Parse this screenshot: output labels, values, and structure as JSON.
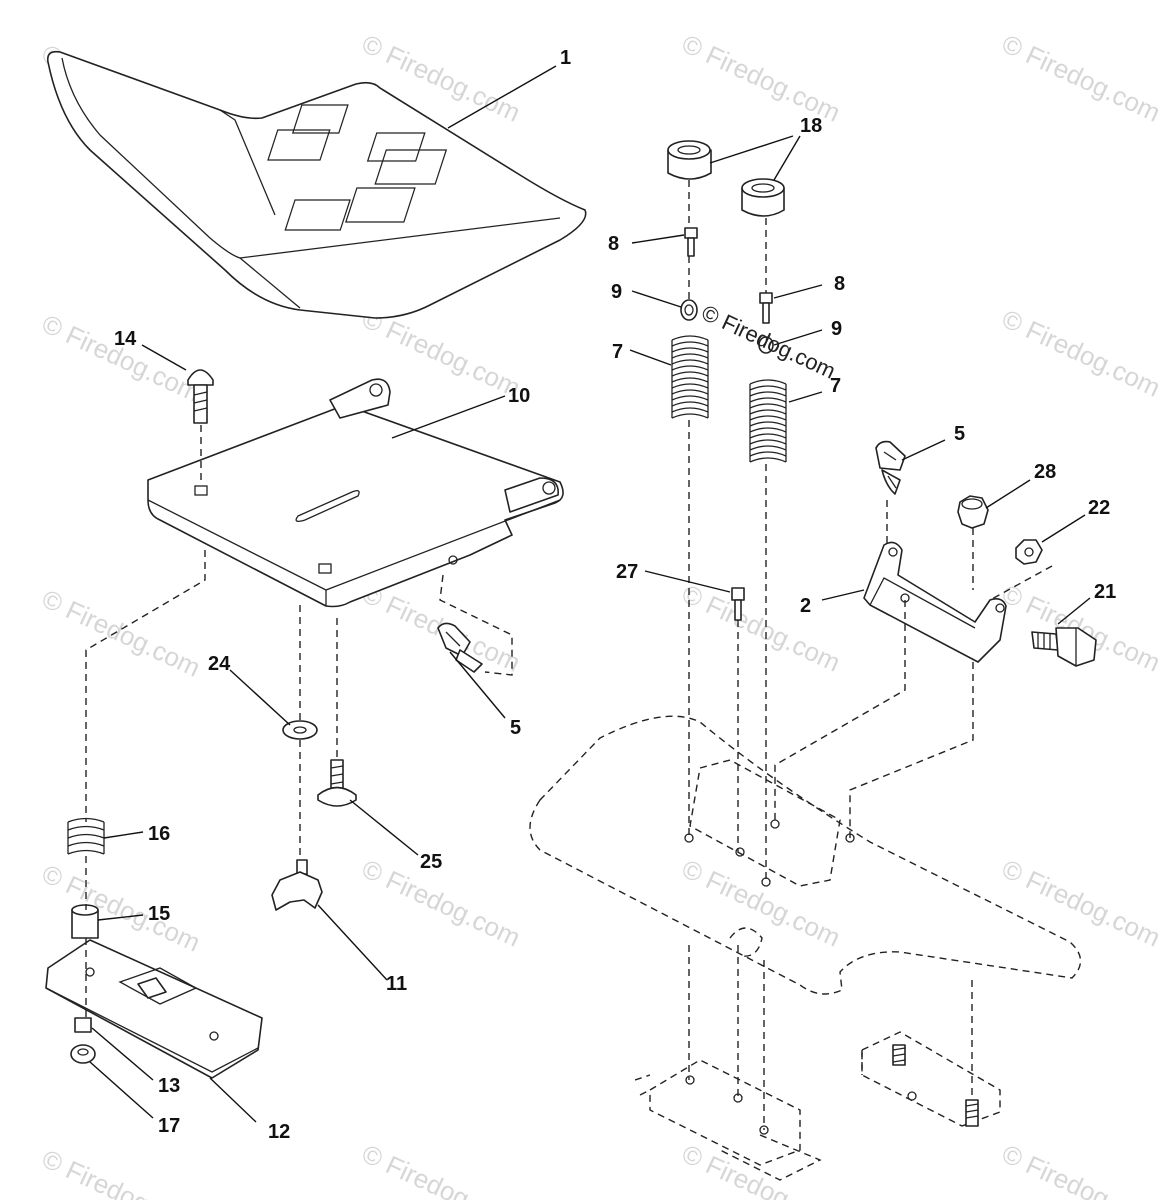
{
  "watermark": {
    "text": "© Firedog.com",
    "center_text": "© Firedog.com"
  },
  "labels": {
    "seat": "1",
    "bracket": "2",
    "clip_right": "5",
    "clip_left": "5",
    "spring_left": "7",
    "spring_right": "7",
    "screw_left": "8",
    "screw_right": "8",
    "washer_left": "9",
    "washer_right": "9",
    "seat_pan": "10",
    "knob": "11",
    "slide_plate": "12",
    "nut_13": "13",
    "carriage_bolt": "14",
    "spacer_15": "15",
    "spring_16": "16",
    "nut_17": "17",
    "bumper_left": "18",
    "bumper_right": "18",
    "shoulder_bolt": "21",
    "nut_22": "22",
    "washer_24": "24",
    "bolt_25": "25",
    "screw_27": "27",
    "locknut_28": "28"
  }
}
